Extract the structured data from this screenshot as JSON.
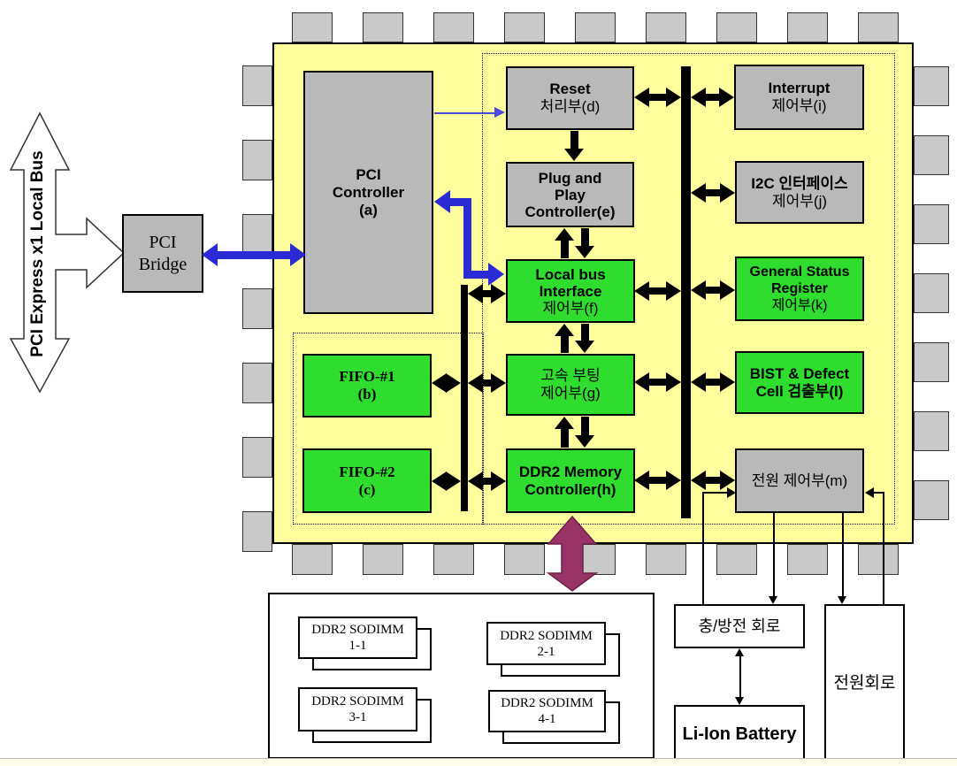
{
  "diagram": {
    "bus_arrow_label": "PCI Express x1  Local Bus",
    "pci_bridge": {
      "line1": "PCI",
      "line2": "Bridge"
    },
    "chip": {
      "pci_controller": {
        "line1": "PCI",
        "line2": "Controller",
        "line3": "(a)"
      },
      "reset": {
        "line1": "Reset",
        "line2": "처리부(d)"
      },
      "pnp": {
        "line1": "Plug and",
        "line2": "Play",
        "line3": "Controller(e)"
      },
      "local_bus_if": {
        "line1": "Local bus",
        "line2": "Interface",
        "line3": "제어부(f)"
      },
      "fast_boot": {
        "line1": "고속 부팅",
        "line2": "제어부(g)"
      },
      "ddr2_ctrl": {
        "line1": "DDR2 Memory",
        "line2": "Controller(h)"
      },
      "fifo1": {
        "line1": "FIFO-#1",
        "line2": "(b)"
      },
      "fifo2": {
        "line1": "FIFO-#2",
        "line2": "(c)"
      },
      "interrupt": {
        "line1": "Interrupt",
        "line2": "제어부(i)"
      },
      "i2c": {
        "line1": "I2C 인터페이스",
        "line2": "제어부(j)"
      },
      "gsr": {
        "line1": "General Status",
        "line2": "Register",
        "line3": "제어부(k)"
      },
      "bist": {
        "line1": "BIST & Defect",
        "line2": "Cell 검출부(l)"
      },
      "power_ctrl": {
        "line1": "전원 제어부(m)"
      }
    },
    "memory": {
      "modules": [
        {
          "line1": "DDR2 SODIMM",
          "line2": "1-1"
        },
        {
          "line1": "DDR2 SODIMM",
          "line2": "2-1"
        },
        {
          "line1": "DDR2 SODIMM",
          "line2": "3-1"
        },
        {
          "line1": "DDR2 SODIMM",
          "line2": "4-1"
        }
      ]
    },
    "power": {
      "charge_circuit": "충/방전 회로",
      "battery": "Li-Ion Battery",
      "power_circuit": "전원회로"
    },
    "colors": {
      "chip_fill": "#FFFF9E",
      "block_green": "#2FDD2F",
      "block_gray": "#B9B9B9",
      "pin_gray": "#C9C9C9",
      "arrow_black": "#000000",
      "arrow_blue": "#2B2BD5",
      "arrow_purple": "#993366"
    }
  }
}
